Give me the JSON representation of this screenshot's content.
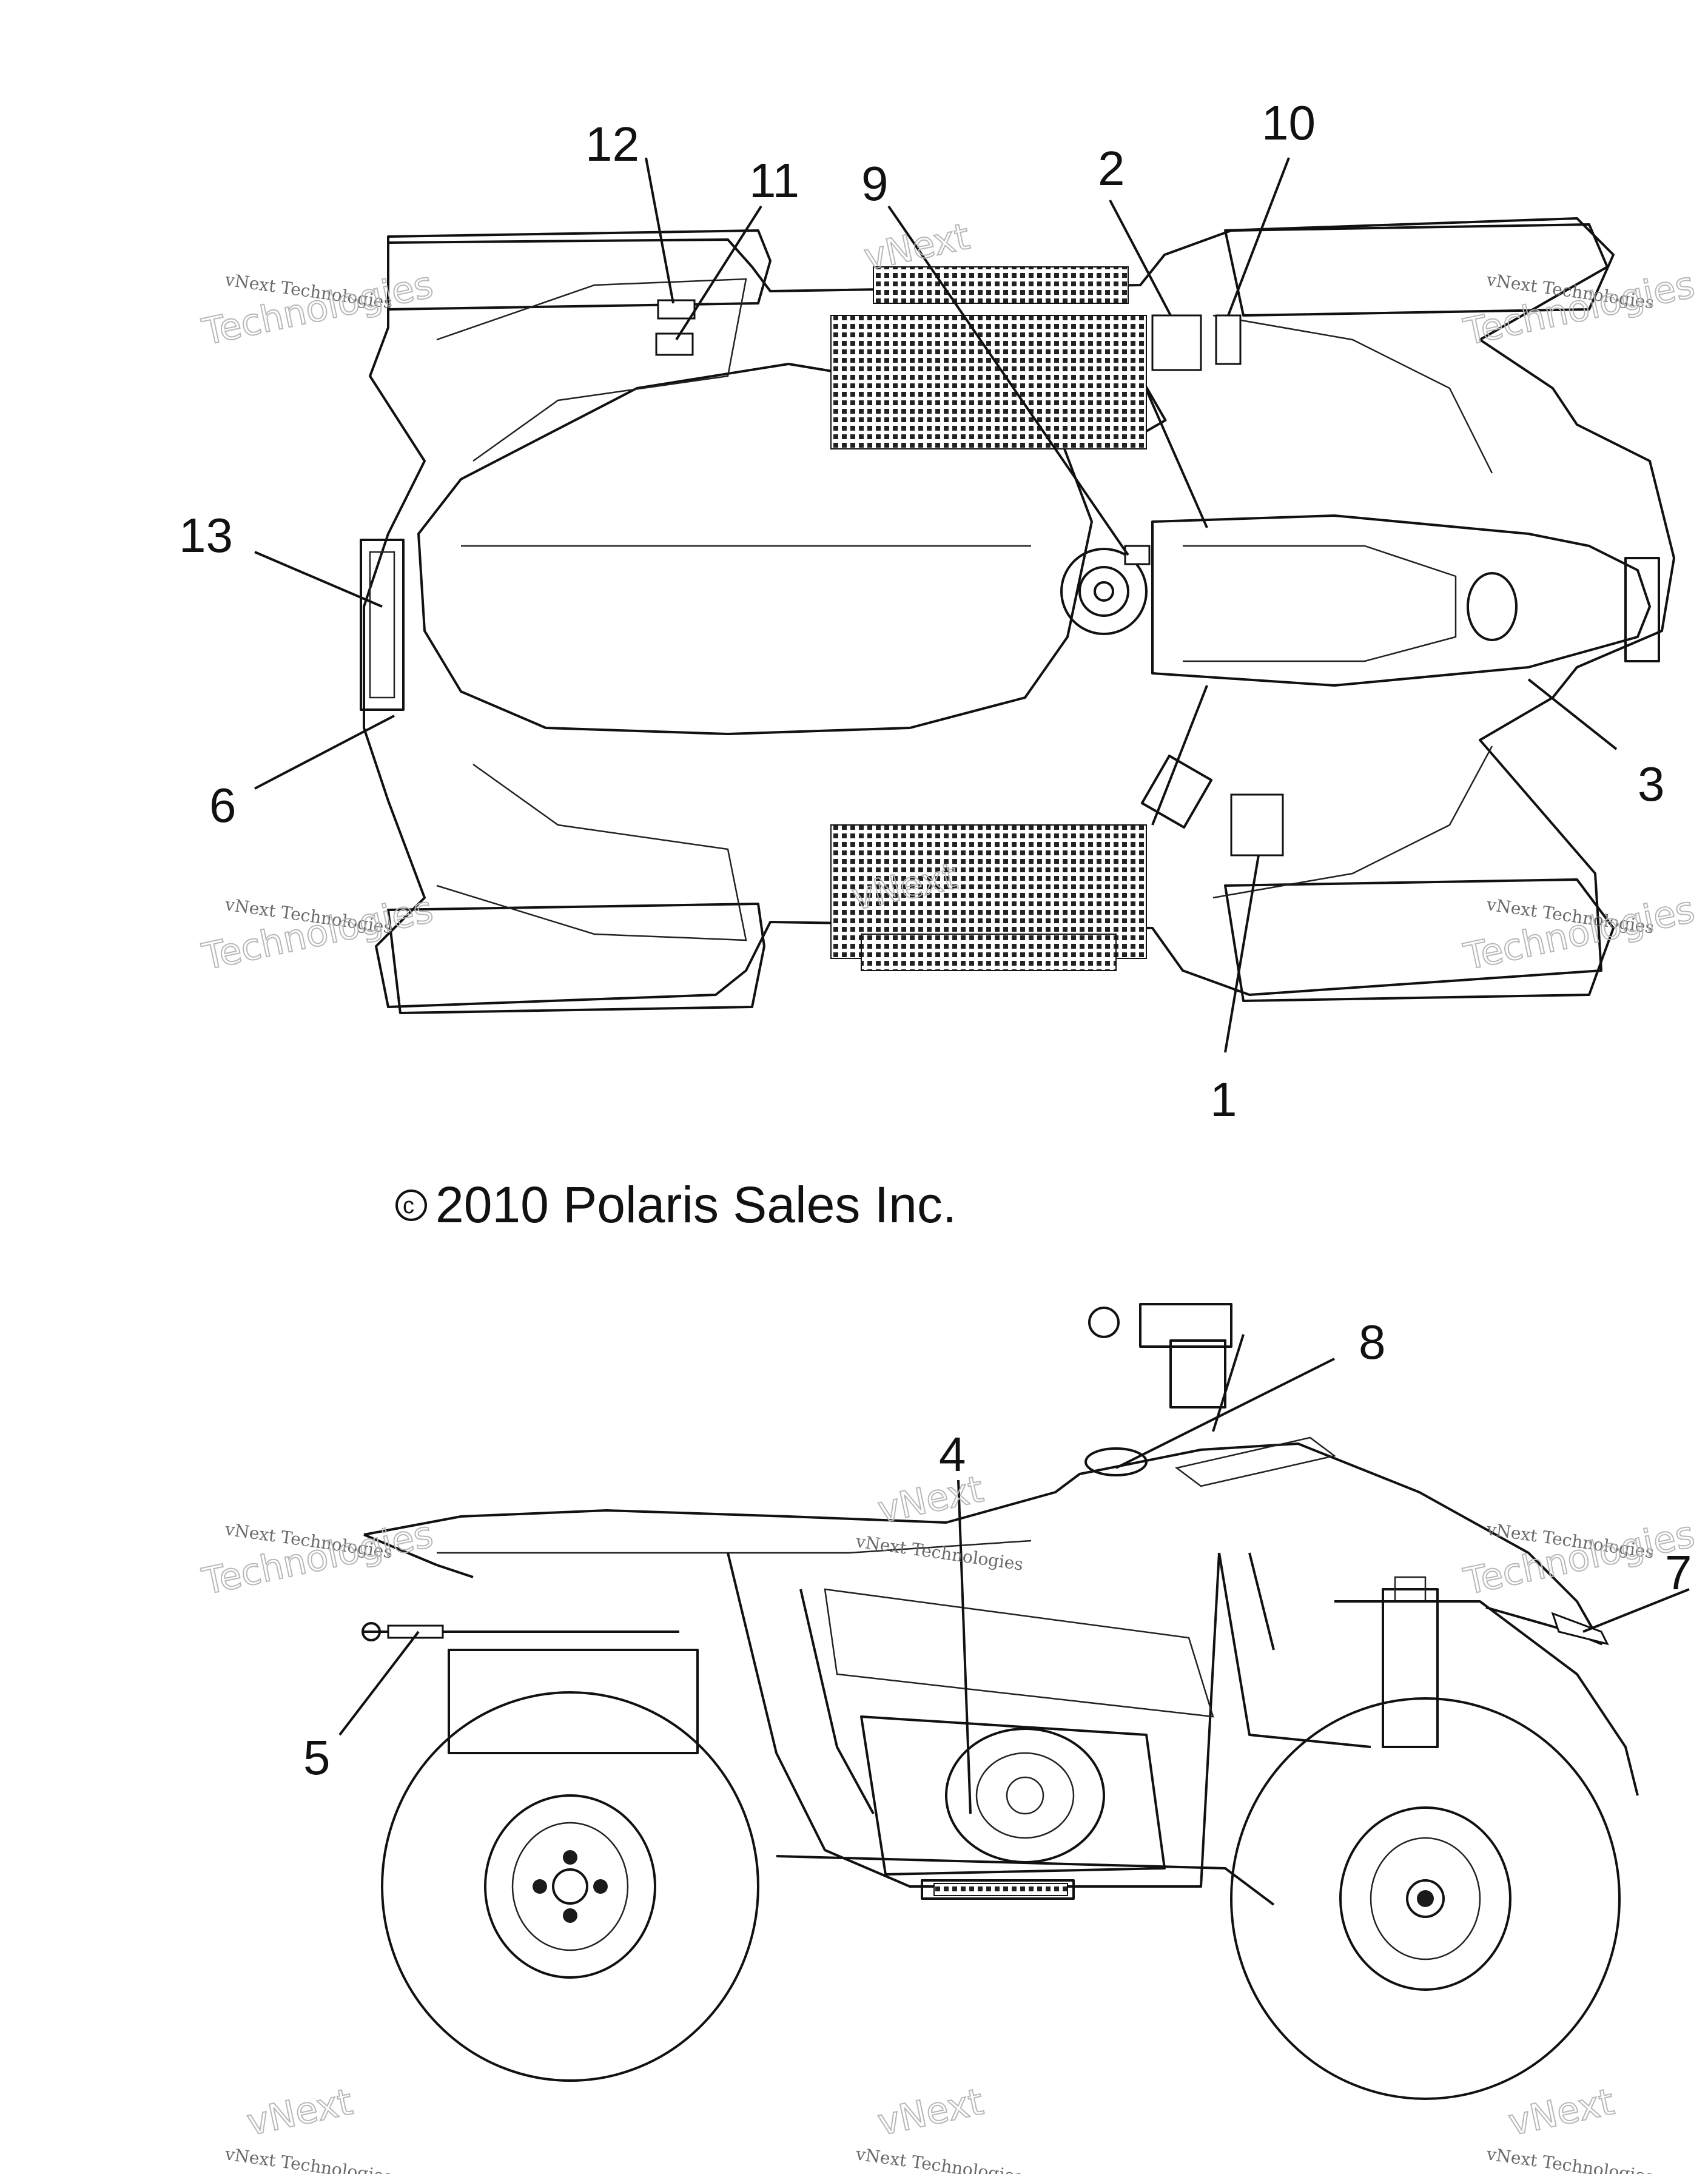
{
  "diagram": {
    "callouts": [
      "1",
      "2",
      "3",
      "4",
      "5",
      "6",
      "7",
      "8",
      "9",
      "10",
      "11",
      "12",
      "13"
    ],
    "copyright": {
      "symbol": "c",
      "text": "2010 Polaris Sales Inc."
    },
    "watermark": {
      "line1": "vNext Technologies",
      "line2": "vNext",
      "line3": "Technologies"
    }
  }
}
